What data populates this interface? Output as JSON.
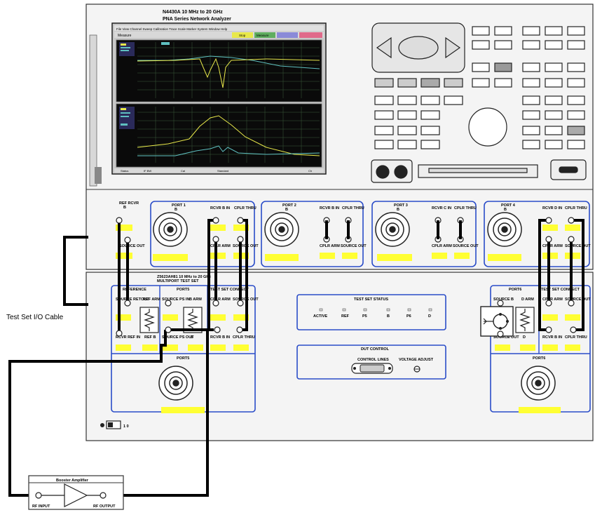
{
  "analyzer": {
    "model": "N4430A 10 MHz to 20 GHz",
    "series": "PNA Series Network Analyzer",
    "screen_header": "Measure",
    "screen_tabs": [
      {
        "label": "Stop",
        "color": "#e8e84a"
      },
      {
        "label": "Measure",
        "color": "#5fae5f"
      },
      {
        "label": "",
        "color": "#8a8ad8"
      },
      {
        "label": "",
        "color": "#e06a8a"
      }
    ],
    "screen_footer": [
      "Status",
      "IF BW",
      "Cal",
      "Standard",
      "Ch"
    ]
  },
  "front_panel_ports": [
    {
      "port": "PORT 1",
      "sub": "B",
      "rcvr": "RCVR B IN",
      "cplr": "CPLR THRU",
      "lower_a": "CPLR ARM",
      "lower_b": "SOURCE OUT"
    },
    {
      "port": "PORT 2",
      "sub": "B",
      "rcvr": "RCVR B IN",
      "cplr": "CPLR THRU",
      "lower_a": "CPLR ARM",
      "lower_b": "SOURCE OUT"
    },
    {
      "port": "PORT 3",
      "sub": "B",
      "rcvr": "RCVR C IN",
      "cplr": "CPLR THRU",
      "lower_a": "CPLR ARM",
      "lower_b": "SOURCE OUT"
    },
    {
      "port": "PORT 4",
      "sub": "B",
      "rcvr": "RCVR D IN",
      "cplr": "CPLR THRU",
      "lower_a": "CPLR ARM",
      "lower_b": "SOURCE OUT"
    }
  ],
  "ref_rcvr": {
    "top": "REF RCVR",
    "sub": "B",
    "lower": "SOURCE OUT"
  },
  "test_set": {
    "title": "Z5623AH81 10 MHz to 20 GHz",
    "subtitle": "MULTIPORT TEST SET",
    "sections": {
      "reference": "REFERENCE",
      "port5": "PORT5",
      "test_set_connect_left": "TEST SET CONNECT",
      "port6": "PORT6",
      "test_set_connect_right": "TEST SET CONNECT",
      "port5_bottom": "PORT5",
      "port6_bottom": "PORT6"
    },
    "ref_labels": {
      "source_ret": "SOURCE RETOUT",
      "ref_arm": "REF ARM",
      "rcvr_ref_in": "RCVR REF IN",
      "ref_b": "REF B"
    },
    "port5_labels": {
      "source_ps_in": "SOURCE PS IN",
      "b_arm": "B ARM",
      "source_ps_out": "SOURCE PS OUT",
      "b": "B"
    },
    "connect_labels": {
      "cplr_arm": "CPLR ARM",
      "source_out": "SOURCE OUT",
      "rcvr_b_in": "RCVR B IN",
      "cplr_thru": "CPLR THRU"
    },
    "port6_labels": {
      "source_b": "SOURCE B",
      "d_arm": "D ARM",
      "source_out": "SOURCE OUT",
      "d": "D"
    },
    "status": {
      "title": "TEST SET STATUS",
      "leds": [
        "ACTIVE",
        "REF",
        "P5",
        "B",
        "P6",
        "D"
      ]
    },
    "dut_control": {
      "title": "DUT CONTROL",
      "control_lines": "CONTROL LINES",
      "voltage_adjust": "VOLTAGE ADJUST"
    },
    "power_switch": "1 0"
  },
  "cable_label": "Test Set I/O Cable",
  "amplifier": {
    "title": "Booster Amplifier",
    "input": "RF INPUT",
    "output": "RF OUTPUT"
  }
}
